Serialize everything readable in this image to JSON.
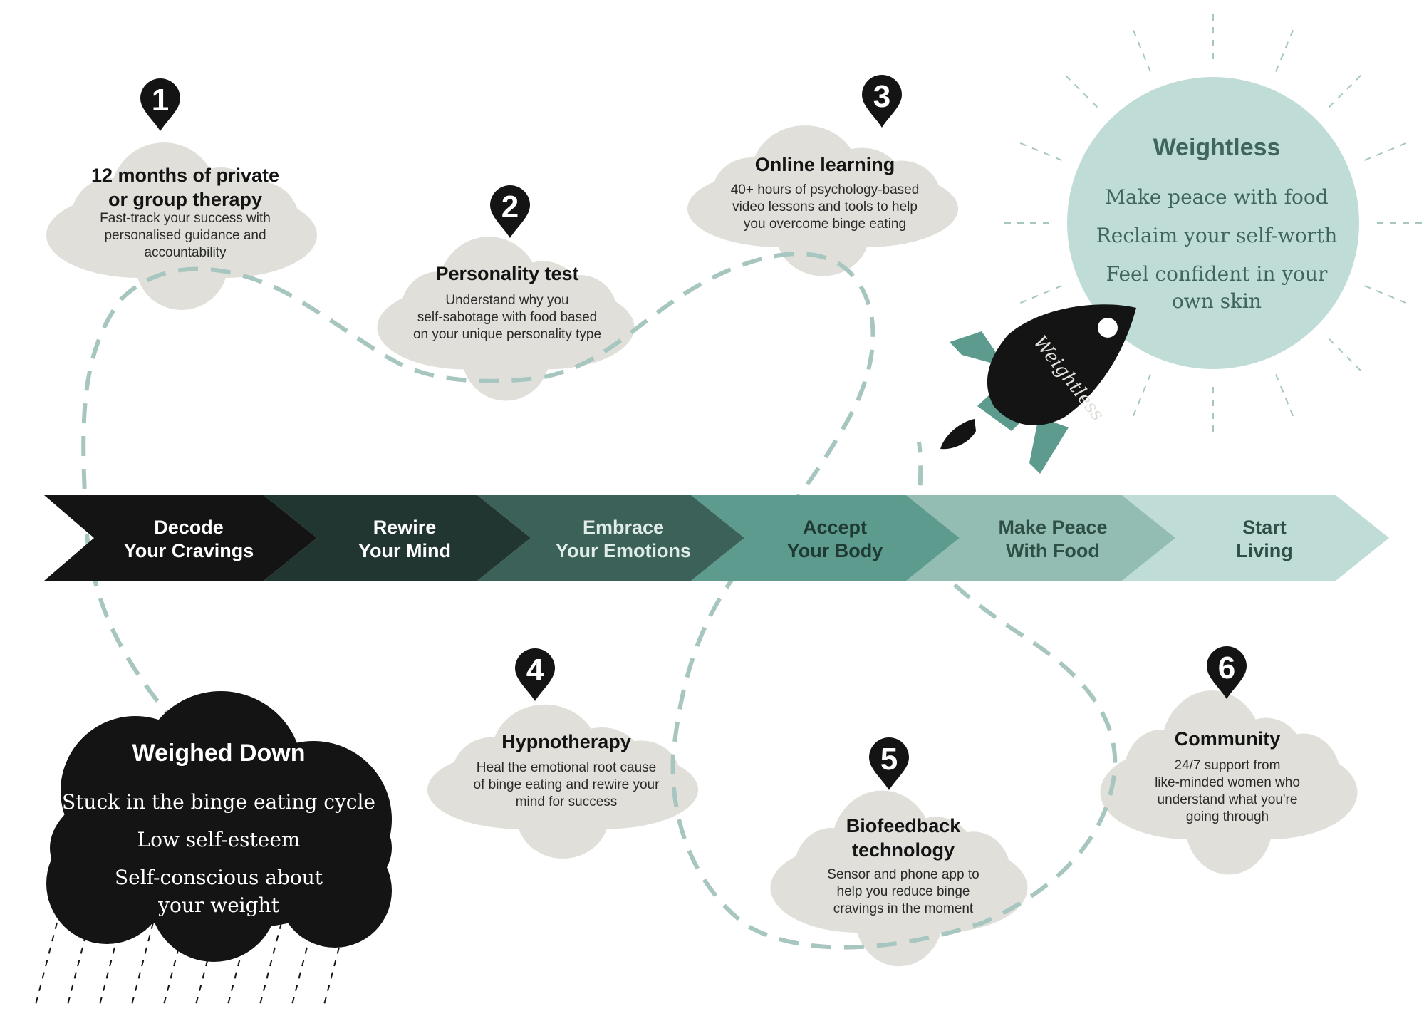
{
  "colors": {
    "path": "#a7c6c0",
    "cloud": "#e0dfd9",
    "dark": "#141414",
    "sun": "#c0dcd6",
    "sun_text": "#3f665c",
    "rocket_fin": "#5d9b8e",
    "pin": "#141414",
    "stage_colors": [
      "#141414",
      "#213631",
      "#3c6158",
      "#5d9b8e",
      "#93bcb2",
      "#c0dcd6"
    ],
    "stage_text_colors": [
      "#ffffff",
      "#ffffff",
      "#e0ece8",
      "#1f3a33",
      "#2d4f46",
      "#2d4f46"
    ]
  },
  "stages": [
    {
      "line1": "Decode",
      "line2": "Your Cravings"
    },
    {
      "line1": "Rewire",
      "line2": "Your Mind"
    },
    {
      "line1": "Embrace",
      "line2": "Your Emotions"
    },
    {
      "line1": "Accept",
      "line2": "Your Body"
    },
    {
      "line1": "Make Peace",
      "line2": "With Food"
    },
    {
      "line1": "Start",
      "line2": "Living"
    }
  ],
  "steps": [
    {
      "number": "1",
      "title1": "12 months of private",
      "title2": "or group therapy",
      "desc": [
        "Fast-track your success with",
        "personalised guidance and",
        "accountability"
      ]
    },
    {
      "number": "2",
      "title1": "Personality test",
      "title2": "",
      "desc": [
        "Understand why you",
        "self-sabotage with food based",
        "on your unique personality type"
      ]
    },
    {
      "number": "3",
      "title1": "Online learning",
      "title2": "",
      "desc": [
        "40+ hours of psychology-based",
        "video lessons and tools to help",
        "you overcome binge eating"
      ]
    },
    {
      "number": "4",
      "title1": "Hypnotherapy",
      "title2": "",
      "desc": [
        "Heal the emotional root cause",
        "of binge eating and rewire your",
        "mind for success"
      ]
    },
    {
      "number": "5",
      "title1": "Biofeedback",
      "title2": "technology",
      "desc": [
        "Sensor and phone app to",
        "help you reduce binge",
        "cravings in the moment"
      ]
    },
    {
      "number": "6",
      "title1": "Community",
      "title2": "",
      "desc": [
        "24/7 support from",
        "like-minded women who",
        "understand what you're",
        "going through"
      ]
    }
  ],
  "weighed_down": {
    "title": "Weighed Down",
    "items": [
      "Stuck in the binge eating cycle",
      "Low self-esteem",
      "Self-conscious about",
      "your weight"
    ]
  },
  "weightless": {
    "title": "Weightless",
    "items": [
      "Make peace with food",
      "Reclaim your self-worth",
      "Feel confident in your",
      "own skin"
    ]
  },
  "rocket": {
    "script_text": "Weightless"
  }
}
